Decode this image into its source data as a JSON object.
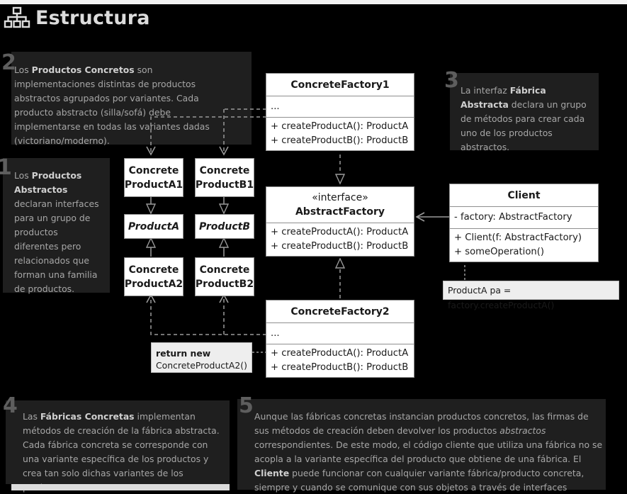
{
  "header": {
    "title": "Estructura",
    "icon": "hierarchy-icon"
  },
  "notes": {
    "n1": {
      "number": "1",
      "p1": "Los ",
      "b1": "Productos Abstractos",
      "p2": " declaran interfaces para un grupo de productos diferentes pero relacionados que forman una familia de productos."
    },
    "n2": {
      "number": "2",
      "p1": "Los ",
      "b1": "Productos Concretos",
      "p2": " son implementaciones distintas de productos abstractos agrupados por variantes. Cada producto abstracto (silla/sofá) debe implementarse en todas las variantes dadas (victoriano/moderno)."
    },
    "n3": {
      "number": "3",
      "p1": "La interfaz ",
      "b1": "Fábrica Abstracta",
      "p2": " declara un grupo de métodos para crear cada uno de los productos abstractos."
    },
    "n4": {
      "number": "4",
      "p1": "Las ",
      "b1": "Fábricas Concretas",
      "p2": " implementan métodos de creación de la fábrica abstracta. Cada fábrica concreta se corresponde con una variante específica de los productos y crea tan solo dichas variantes de los productos."
    },
    "n5": {
      "number": "5",
      "p1": "Aunque las fábricas concretas instancian productos concretos, las firmas de sus métodos de creación deben devolver los productos ",
      "i1": "abstractos",
      "p2": " correspondientes. De este modo, el código cliente que utiliza una fábrica no se acopla a la variante específica del producto que obtiene de una fábrica. El ",
      "b1": "Cliente",
      "p3": " puede funcionar con cualquier variante fábrica/producto concreta, siempre y cuando se comunique con sus objetos a través de interfaces abstractas."
    }
  },
  "factory1": {
    "name": "ConcreteFactory1",
    "fields": "...",
    "m1": "+ createProductA(): ProductA",
    "m2": "+ createProductB(): ProductB"
  },
  "abstract_factory": {
    "stereotype": "«interface»",
    "name": "AbstractFactory",
    "m1": "+ createProductA(): ProductA",
    "m2": "+ createProductB(): ProductB"
  },
  "factory2": {
    "name": "ConcreteFactory2",
    "fields": "...",
    "m1": "+ createProductA(): ProductA",
    "m2": "+ createProductB(): ProductB"
  },
  "client": {
    "name": "Client",
    "field": "- factory: AbstractFactory",
    "m1": "+ Client(f: AbstractFactory)",
    "m2": "+ someOperation()"
  },
  "products": {
    "a1": {
      "l1": "Concrete",
      "l2": "ProductA1"
    },
    "b1": {
      "l1": "Concrete",
      "l2": "ProductB1"
    },
    "a": "ProductA",
    "b": "ProductB",
    "a2": {
      "l1": "Concrete",
      "l2": "ProductA2"
    },
    "b2": {
      "l1": "Concrete",
      "l2": "ProductB2"
    }
  },
  "callouts": {
    "client_code": "ProductA pa = factory.createProductA()",
    "return_bold": "return new",
    "return_code": "ConcreteProductA2()"
  },
  "colors": {
    "background": "#000000",
    "note_bg": "#1f1f1f",
    "box_bg": "#ffffff",
    "line": "#8f8f8f"
  }
}
